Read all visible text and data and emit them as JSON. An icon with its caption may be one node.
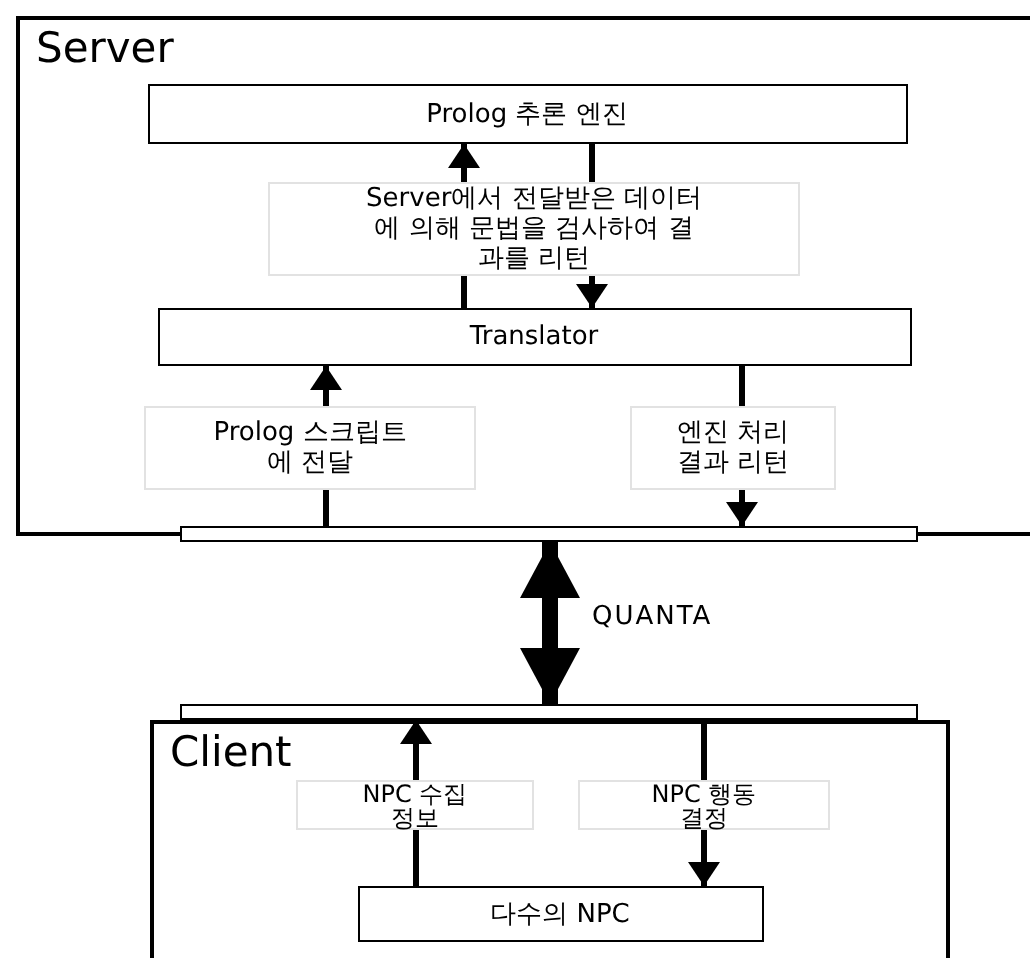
{
  "diagram": {
    "nodes": [
      {
        "text": [
          "Server"
        ]
      },
      {
        "text": [
          "Prolog 추론 엔진"
        ],
        "in": 0
      },
      {
        "text": [
          "Translator"
        ],
        "in": 0
      },
      {
        "text": [],
        "shape": "bar"
      },
      {
        "text": [
          "Client"
        ]
      },
      {
        "text": [],
        "shape": "bar"
      },
      {
        "text": [
          "다수의 NPC"
        ],
        "in": 4
      }
    ],
    "edges": [
      {
        "from": 2,
        "to": 1,
        "arrow": "to"
      },
      {
        "from": 1,
        "to": 2,
        "arrow": "to",
        "label": "Server에서 전달받은 데이터에 의해 문법을 검사하여 결과를 리턴"
      },
      {
        "from": 3,
        "to": 2,
        "arrow": "to",
        "label": "Prolog 스크립트에 전달"
      },
      {
        "from": 2,
        "to": 3,
        "arrow": "to",
        "label": "엔진 처리 결과 리턴"
      },
      {
        "from": 3,
        "to": 5,
        "arrow": "both",
        "style": "thick",
        "label": "QUANTA"
      },
      {
        "from": 6,
        "to": 5,
        "arrow": "to",
        "label": "NPC 수집 정보"
      },
      {
        "from": 5,
        "to": 6,
        "arrow": "to",
        "label": "NPC 행동 결정"
      }
    ]
  }
}
